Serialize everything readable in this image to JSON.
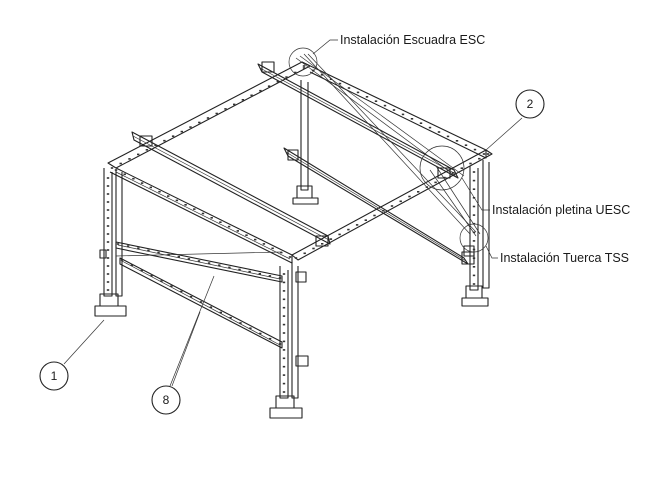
{
  "callouts": {
    "escuadra": "Instalación Escuadra ESC",
    "pletina": "Instalación pletina UESC",
    "tuerca": "Instalación Tuerca TSS"
  },
  "balloons": {
    "b1": "1",
    "b2": "2",
    "b8": "8"
  },
  "colors": {
    "line": "#222222",
    "background": "#ffffff"
  }
}
